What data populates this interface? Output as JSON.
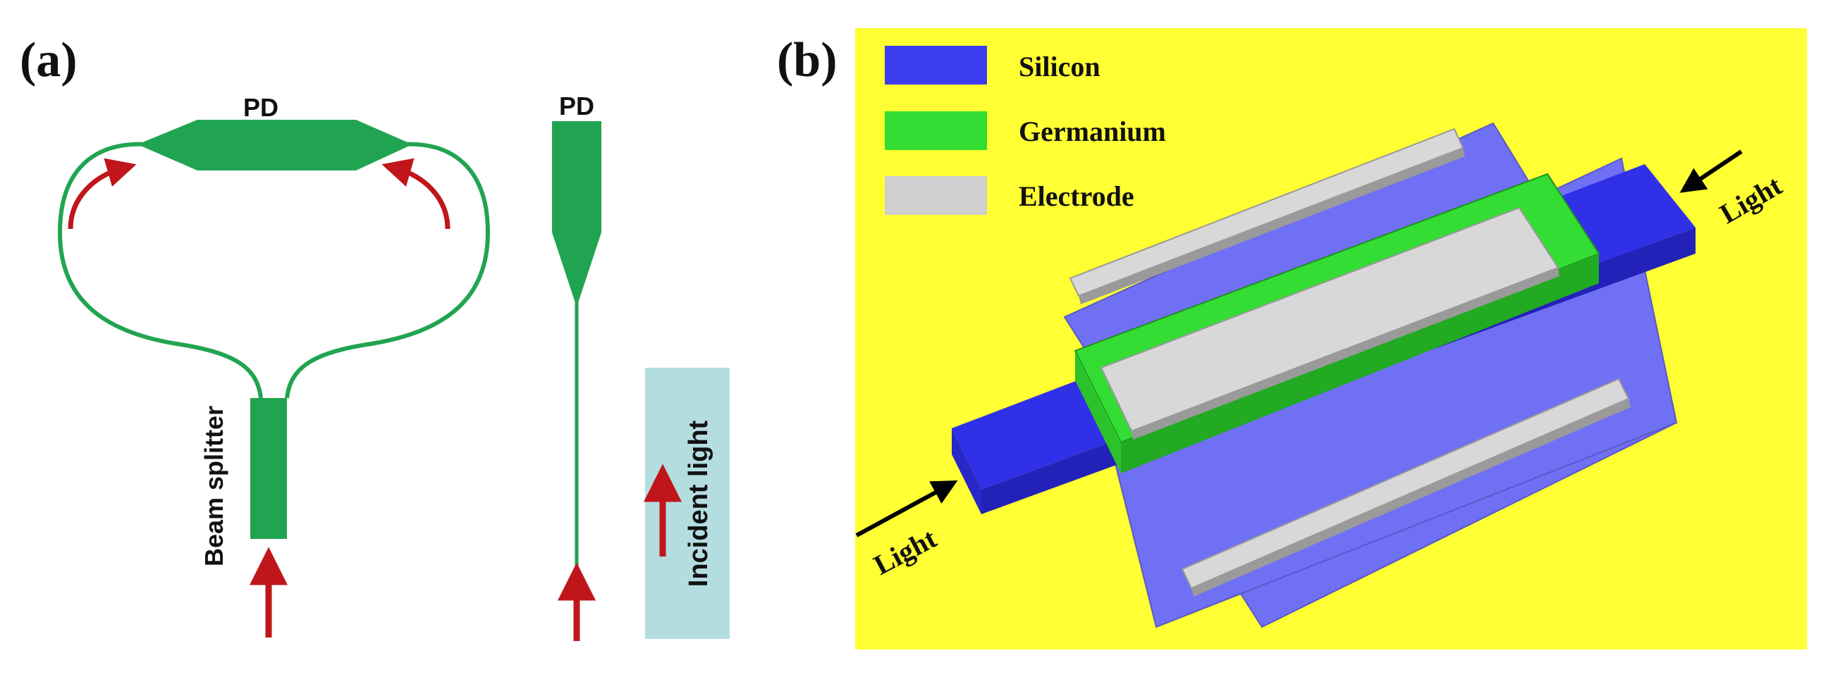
{
  "panel_a": {
    "label": "(a)",
    "pd_left_label": "PD",
    "pd_right_label": "PD",
    "beam_splitter_label": "Beam splitter",
    "incident_light_label": "Incident light"
  },
  "panel_b": {
    "label": "(b)",
    "legend": [
      {
        "name": "Silicon",
        "color": "#3d3df0"
      },
      {
        "name": "Germanium",
        "color": "#33dd33"
      },
      {
        "name": "Electrode",
        "color": "#cfcfcf"
      }
    ],
    "light_right_label": "Light",
    "light_left_label": "Light"
  },
  "colors": {
    "waveguide_green": "#21a451",
    "arrow_red": "#c0161b",
    "incident_box": "#b4dde0",
    "background_yellow": "#ffff33",
    "silicon_slab": "#7070f5",
    "silicon_wg": "#3030e8",
    "germanium": "#33dd33",
    "electrode": "#cfcfcf"
  }
}
